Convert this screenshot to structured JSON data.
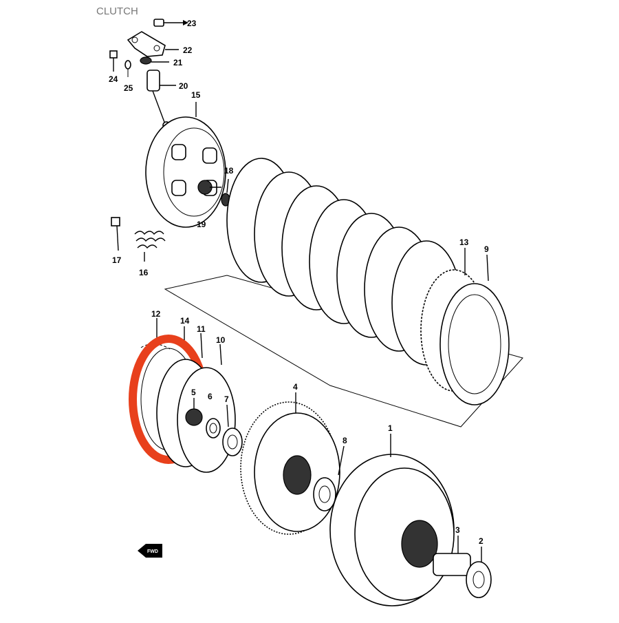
{
  "title": "CLUTCH",
  "fwd_label": "FWD",
  "highlight_color": "#e8401c",
  "callouts": [
    {
      "id": "23",
      "label": "23"
    },
    {
      "id": "22",
      "label": "22"
    },
    {
      "id": "21",
      "label": "21"
    },
    {
      "id": "24",
      "label": "24"
    },
    {
      "id": "25",
      "label": "25"
    },
    {
      "id": "20",
      "label": "20"
    },
    {
      "id": "15",
      "label": "15"
    },
    {
      "id": "18",
      "label": "18"
    },
    {
      "id": "19",
      "label": "19"
    },
    {
      "id": "17",
      "label": "17"
    },
    {
      "id": "16",
      "label": "16"
    },
    {
      "id": "13",
      "label": "13"
    },
    {
      "id": "9",
      "label": "9"
    },
    {
      "id": "12",
      "label": "12"
    },
    {
      "id": "14",
      "label": "14"
    },
    {
      "id": "11",
      "label": "11"
    },
    {
      "id": "10",
      "label": "10"
    },
    {
      "id": "5",
      "label": "5"
    },
    {
      "id": "6",
      "label": "6"
    },
    {
      "id": "7",
      "label": "7"
    },
    {
      "id": "4",
      "label": "4"
    },
    {
      "id": "8",
      "label": "8"
    },
    {
      "id": "1",
      "label": "1"
    },
    {
      "id": "3",
      "label": "3"
    },
    {
      "id": "2",
      "label": "2"
    }
  ]
}
